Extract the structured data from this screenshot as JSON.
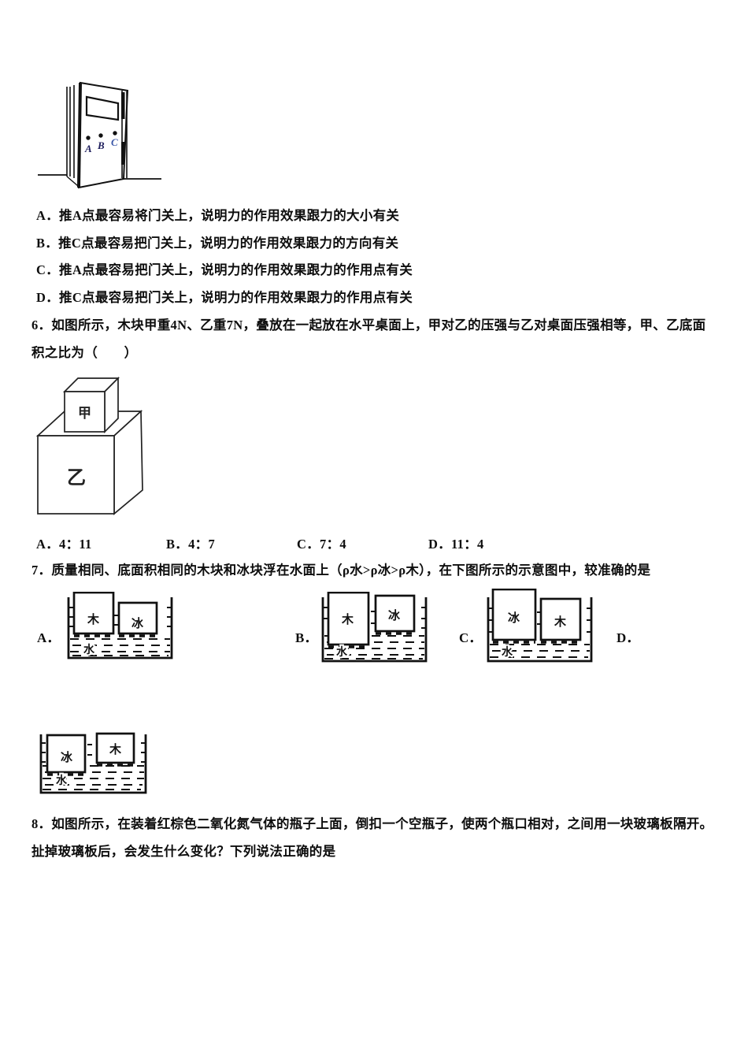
{
  "door_figure": {
    "labels": [
      "A",
      "B",
      "C"
    ],
    "label_colors": [
      "#20205e",
      "#20205e",
      "#3a57a8"
    ]
  },
  "q5": {
    "options": [
      "A．推A点最容易将门关上，说明力的作用效果跟力的大小有关",
      "B．推C点最容易把门关上，说明力的作用效果跟力的方向有关",
      "C．推A点最容易把门关上，说明力的作用效果跟力的作用点有关",
      "D．推C点最容易把门关上，说明力的作用效果跟力的作用点有关"
    ]
  },
  "q6": {
    "text_line1": "6．如图所示，木块甲重4N、乙重7N，叠放在一起放在水平桌面上，甲对乙的压强与乙对桌面压强相等，甲、乙底面",
    "text_line2": "积之比为（　　）",
    "figure": {
      "top_block_label": "甲",
      "bottom_block_label": "乙"
    },
    "options": [
      "A．4：11",
      "B．4：7",
      "C．7：4",
      "D．11：4"
    ]
  },
  "q7": {
    "text": "7．质量相同、底面积相同的木块和冰块浮在水面上（ρ水>ρ冰>ρ木），在下图所示的示意图中，较准确的是",
    "options": [
      {
        "label": "A．",
        "left_block": "木",
        "right_block": "冰",
        "water": "水"
      },
      {
        "label": "B．",
        "left_block": "木",
        "right_block": "冰",
        "water": "水"
      },
      {
        "label": "C．",
        "left_block": "冰",
        "right_block": "木",
        "water": "水"
      },
      {
        "label": "D．",
        "left_block": "冰",
        "right_block": "木",
        "water": "水"
      }
    ]
  },
  "q8": {
    "text_line1": "8．如图所示，在装着红棕色二氧化氮气体的瓶子上面，倒扣一个空瓶子，使两个瓶口相对，之间用一块玻璃板隔开。",
    "text_line2": "扯掉玻璃板后，会发生什么变化？下列说法正确的是"
  }
}
